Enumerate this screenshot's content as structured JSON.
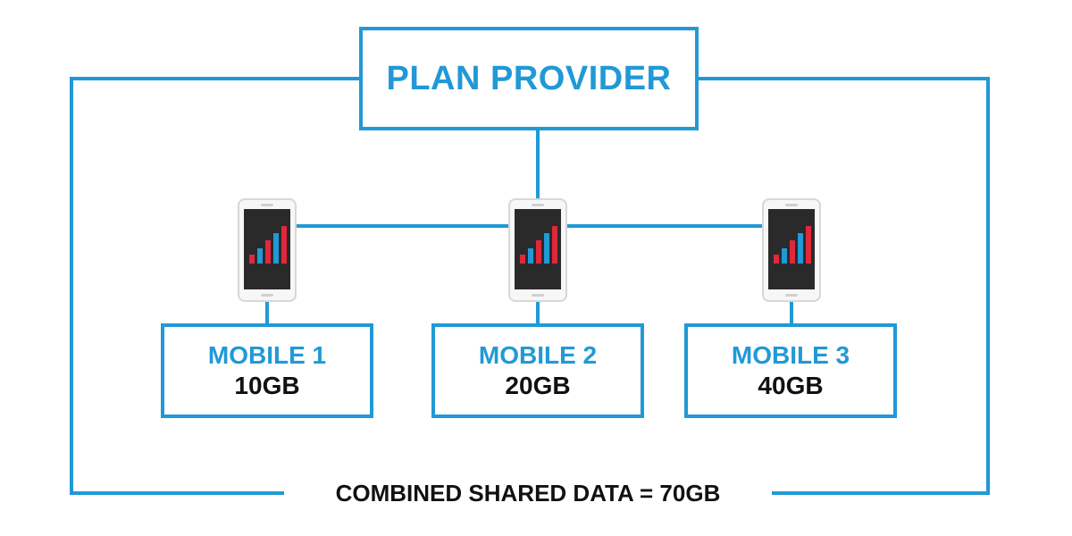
{
  "provider": {
    "title": "PLAN PROVIDER"
  },
  "mobiles": [
    {
      "name": "MOBILE 1",
      "data": "10GB"
    },
    {
      "name": "MOBILE 2",
      "data": "20GB"
    },
    {
      "name": "MOBILE 3",
      "data": "40GB"
    }
  ],
  "footer": {
    "combined": "COMBINED SHARED DATA = 70GB"
  },
  "colors": {
    "accent": "#2199d6",
    "text": "#111111",
    "bar_red": "#e0283c",
    "bar_blue": "#2199d6",
    "screen": "#2a2a2a"
  },
  "icons": {
    "phone": "smartphone-icon",
    "signal": "signal-bars-icon"
  }
}
